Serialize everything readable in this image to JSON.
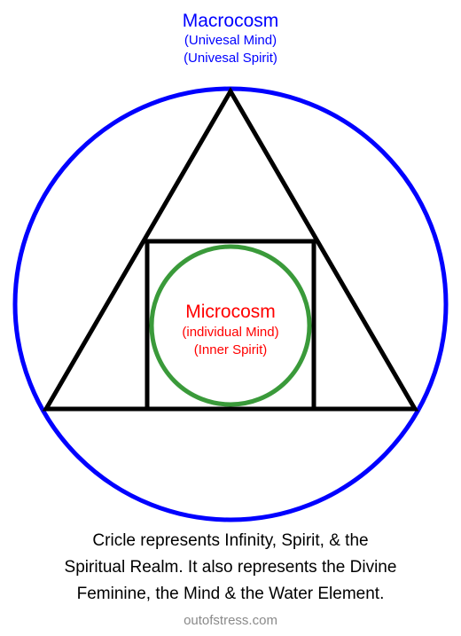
{
  "colors": {
    "macrocosm": "#0000ff",
    "microcosm": "#ff0000",
    "outer_circle": "#0000ff",
    "inner_circle": "#3a9a3a",
    "shapes": "#000000",
    "caption": "#000000",
    "footer": "#8a8a8a"
  },
  "macrocosm": {
    "title": "Macrocosm",
    "line1": "(Univesal Mind)",
    "line2": "(Univesal Spirit)"
  },
  "microcosm": {
    "title": "Microcosm",
    "line1": "(individual Mind)",
    "line2": "(Inner Spirit)"
  },
  "caption": {
    "line1": "Cricle represents Infinity, Spirit, & the",
    "line2": "Spiritual Realm. It also represents the Divine",
    "line3": "Feminine, the Mind & the Water Element."
  },
  "footer": {
    "text": "outofstress.com"
  }
}
